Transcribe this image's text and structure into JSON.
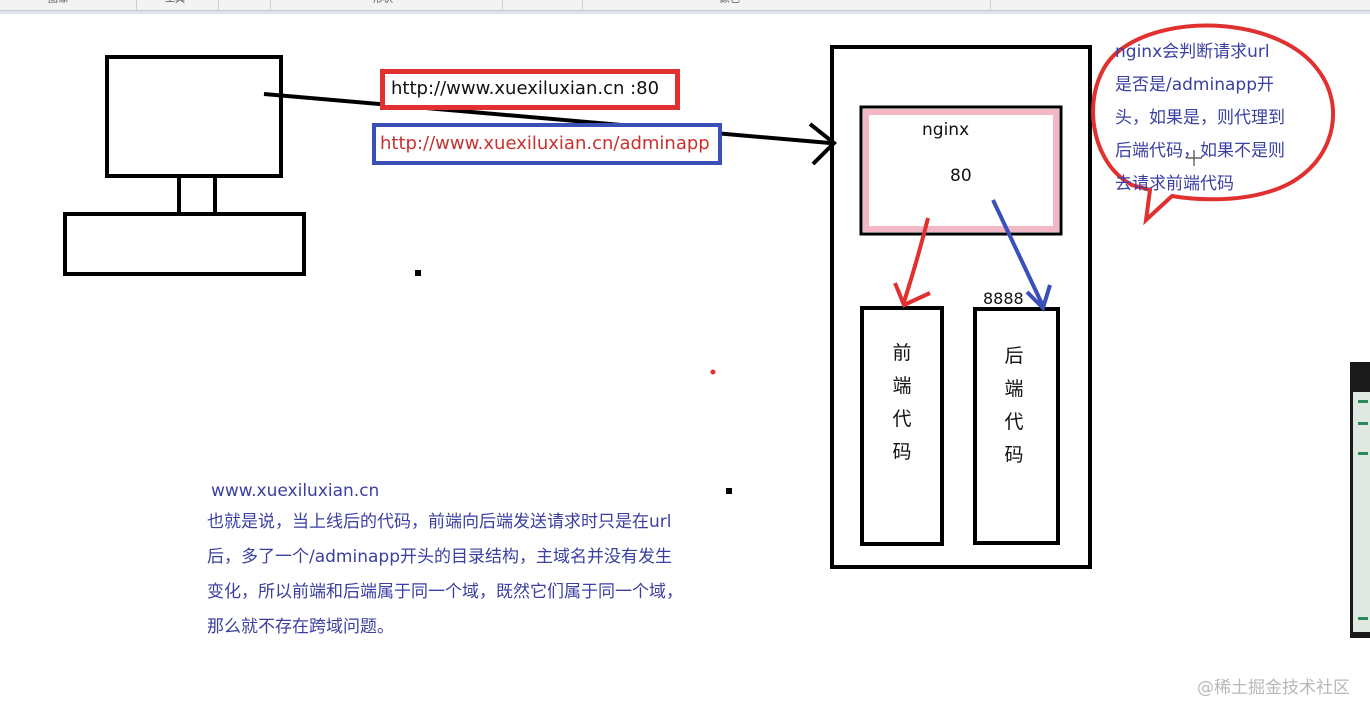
{
  "ribbon": {
    "tabs": [
      "图像",
      "工具",
      "形状",
      "颜色"
    ]
  },
  "diagram": {
    "url_port": "http://www.xuexiluxian.cn :80",
    "url_adminapp": "http://www.xuexiluxian.cn/adminapp",
    "nginx_label": "nginx",
    "nginx_port": "80",
    "backend_port": "8888",
    "frontend_chars": [
      "前",
      "端",
      "代",
      "码"
    ],
    "backend_chars": [
      "后",
      "端",
      "代",
      "码"
    ]
  },
  "bubble": {
    "lines": [
      "nginx会判断请求url",
      "是否是/adminapp开",
      "头，如果是，则代理到",
      "后端代码，如果不是则",
      "去请求前端代码"
    ]
  },
  "explanation": {
    "domain": "www.xuexiluxian.cn",
    "lines": [
      "也就是说，当上线后的代码，前端向后端发送请求时只是在url",
      "后，多了一个/adminapp开头的目录结构，主域名并没有发生",
      "变化，所以前端和后端属于同一个域，既然它们属于同一个域，",
      "那么就不存在跨域问题。"
    ]
  },
  "watermark": "@稀土掘金技术社区",
  "colors": {
    "red": "#e03030",
    "blue": "#3b4fb8",
    "pink": "#f2b8c6",
    "text_blue": "#3a3fa0"
  }
}
